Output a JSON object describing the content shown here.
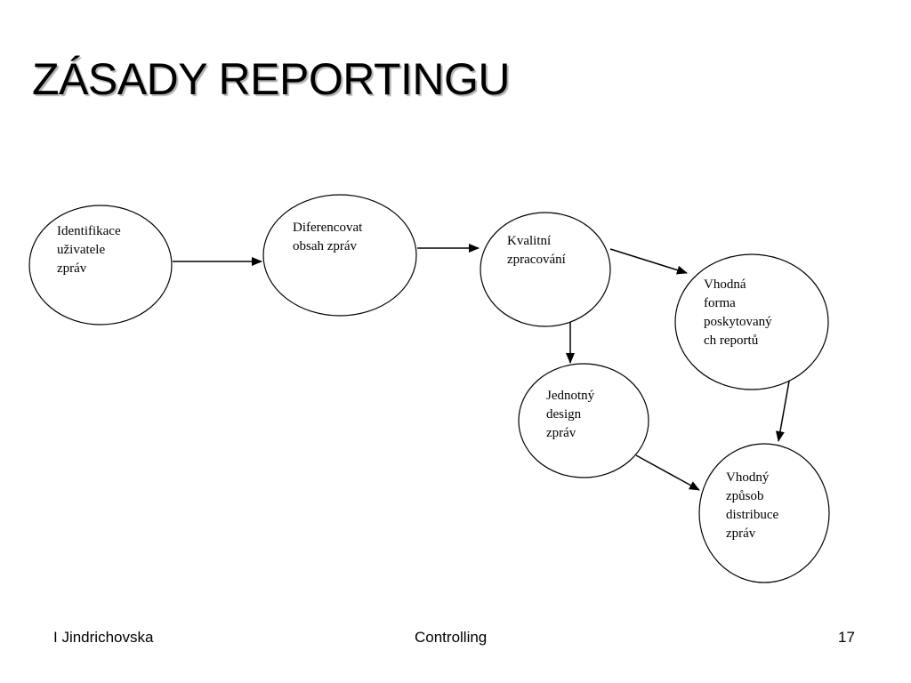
{
  "slide": {
    "title": "ZÁSADY REPORTINGU"
  },
  "diagram": {
    "nodes": [
      {
        "id": "identifikace",
        "lines": [
          "Identifikace",
          "uživatele",
          "zpráv"
        ]
      },
      {
        "id": "diferencovat",
        "lines": [
          "Diferencovat",
          "obsah zpráv"
        ]
      },
      {
        "id": "kvalitni",
        "lines": [
          "Kvalitní",
          "zpracování"
        ]
      },
      {
        "id": "vhodna-forma",
        "lines": [
          "Vhodná",
          "forma",
          "poskytovaný",
          "ch reportů"
        ]
      },
      {
        "id": "jednotny-design",
        "lines": [
          "Jednotný",
          "design",
          "zpráv"
        ]
      },
      {
        "id": "vhodny-zpusob",
        "lines": [
          "Vhodný",
          "způsob",
          "distribuce",
          "zpráv"
        ]
      }
    ],
    "edges": [
      {
        "from": "identifikace",
        "to": "diferencovat"
      },
      {
        "from": "diferencovat",
        "to": "kvalitni"
      },
      {
        "from": "kvalitni",
        "to": "vhodna-forma"
      },
      {
        "from": "kvalitni",
        "to": "jednotny-design"
      },
      {
        "from": "vhodna-forma",
        "to": "vhodny-zpusob"
      },
      {
        "from": "jednotny-design",
        "to": "vhodny-zpusob"
      }
    ]
  },
  "footer": {
    "author": "I Jindrichovska",
    "subject": "Controlling",
    "page_number": "17"
  },
  "colors": {
    "text": "#000000",
    "background": "#ffffff",
    "title_shadow": "#b0b0b0"
  }
}
